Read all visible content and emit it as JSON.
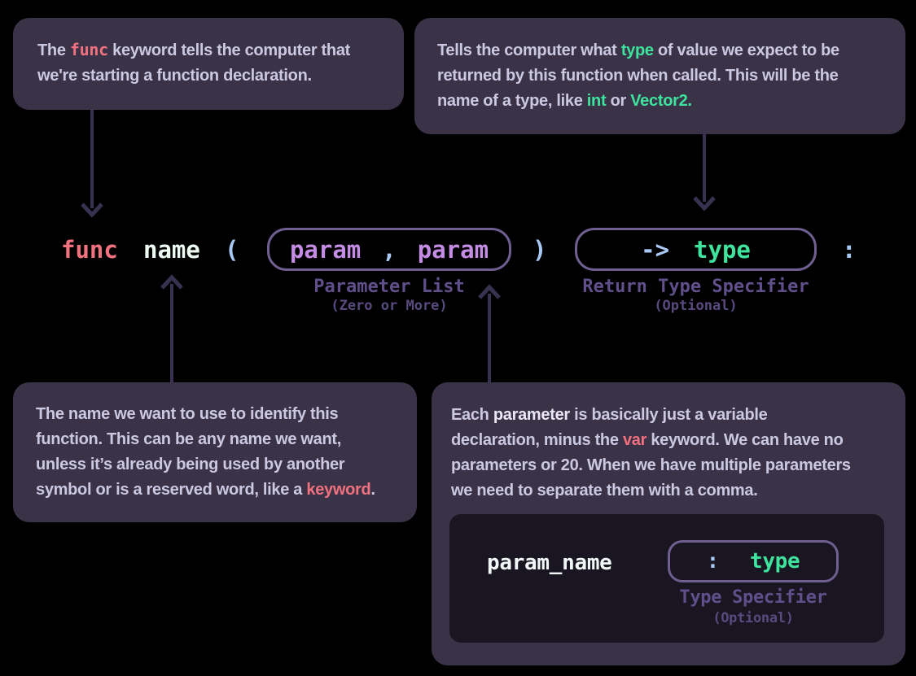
{
  "colors": {
    "bg": "#000000",
    "panel": "#3a3348",
    "panel_text": "#cbc8e2",
    "red": "#f1717f",
    "green": "#3ee49d",
    "blue": "#a9c9f5",
    "violet": "#c58ce5",
    "outline": "#6f5f90",
    "label": "#604f8b",
    "label_dim": "#584a7e",
    "arrow": "#383150",
    "code_bg": "#191622",
    "name_white": "#edfbf3",
    "param_white": "#f2f7f7",
    "emph_white": "#eae8f7"
  },
  "callouts": {
    "func": {
      "l1a": "The ",
      "l1kw": "func",
      "l1b": " keyword tells the computer that",
      "l2": "we're starting a function declaration."
    },
    "return_type": {
      "l1a": "Tells the computer what ",
      "l1kw": "type",
      "l1b": " of value we expect to be",
      "l2": "returned by this function when called. This will be the",
      "l3a": "name of a type, like ",
      "l3kw1": "int",
      "l3b": " or ",
      "l3kw2": "Vector2.",
      "l3c": ""
    },
    "name": {
      "l1": "The name we want to use to identify this",
      "l2": "function. This can be any name we want,",
      "l3": "unless it’s already being used by another",
      "l4a": "symbol or is a reserved word, like a ",
      "l4kw": "keyword",
      "l4b": "."
    },
    "parameter": {
      "l1a": "Each ",
      "l1em": "parameter",
      "l1b": " is basically just a variable",
      "l2a": "declaration, minus the ",
      "l2kw": "var",
      "l2b": " keyword. We can have no",
      "l3": "parameters or 20. When we have multiple parameters",
      "l4": "we need to separate them with a comma."
    }
  },
  "code_line": {
    "func": "func",
    "name": "name",
    "open_paren": "(",
    "param1": "param",
    "comma": ",",
    "param2": "param",
    "close_paren": ")",
    "arrow_op": "->",
    "type": "type",
    "colon": ":"
  },
  "labels": {
    "parameter_list": "Parameter List",
    "parameter_list_sub": "(Zero or More)",
    "return_type": "Return Type Specifier",
    "return_type_sub": "(Optional)",
    "type_specifier": "Type Specifier",
    "type_specifier_sub": "(Optional)"
  },
  "param_example": {
    "name": "param_name",
    "colon": ":",
    "type": "type"
  }
}
